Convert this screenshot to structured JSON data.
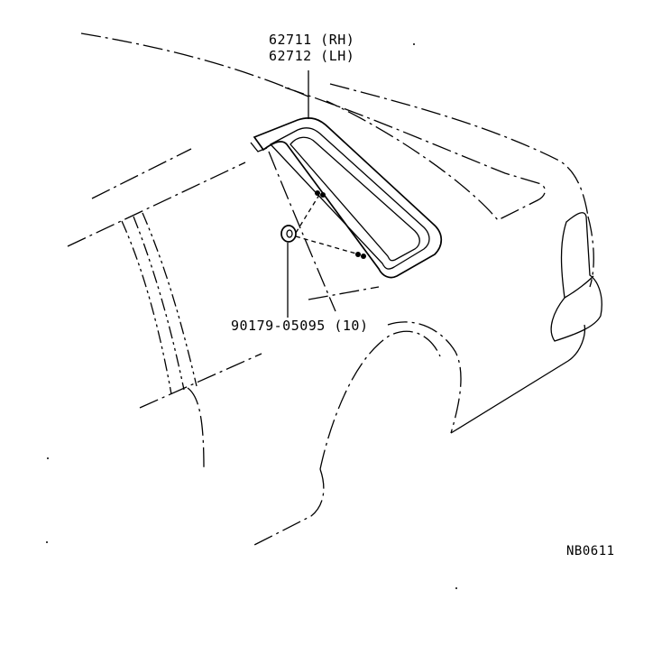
{
  "labels": {
    "part_rh": "62711 (RH)",
    "part_lh": "62712 (LH)",
    "clip": "90179-05095 (10)",
    "reference": "NB0611"
  }
}
